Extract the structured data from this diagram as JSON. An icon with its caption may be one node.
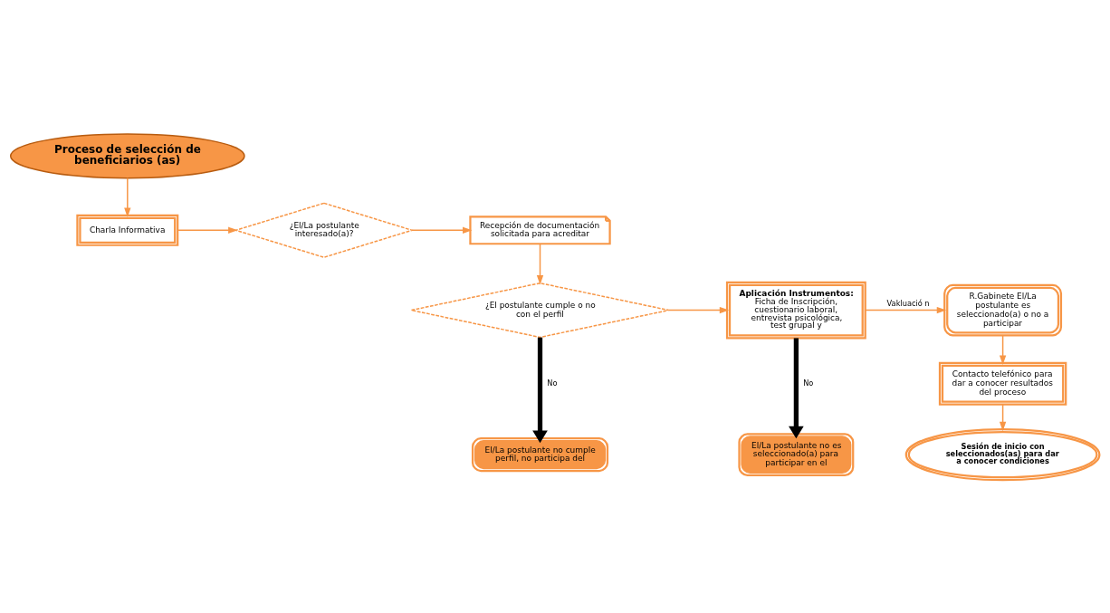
{
  "diagram": {
    "nodes": [
      {
        "text": [
          "Proceso de selección de beneficiarios (as)"
        ]
      },
      {
        "text": [
          "Charla Informativa"
        ]
      },
      {
        "text": [
          "¿El/La postulante interesado(a)?"
        ]
      },
      {
        "text": [
          "Recepción de documentación solicitada para acreditar"
        ]
      },
      {
        "text": [
          "¿El postulante cumple o no con el perfil"
        ]
      },
      {
        "text": [
          "Aplicación Instrumentos:",
          "Ficha de Inscripción, cuestionario laboral, entrevista psicológica, test grupal y"
        ]
      },
      {
        "text": [
          "R.Gabinete El/La postulante es seleccionado(a) o no a participar"
        ]
      },
      {
        "text": [
          "Contacto telefónico para dar a conocer resultados del proceso"
        ]
      },
      {
        "text": [
          "Sesión de inicio con seleccionados(as) para dar a conocer condiciones"
        ]
      },
      {
        "text": [
          "El/La postulante no es seleccionado(a) para participar en el"
        ]
      },
      {
        "text": [
          "El/La postulante no cumple perfil, no participa del"
        ]
      }
    ],
    "edges": [
      {
        "from": 0,
        "to": 1,
        "arrow": "to"
      },
      {
        "from": 1,
        "to": 2,
        "arrow": "to"
      },
      {
        "from": 2,
        "to": 3,
        "arrow": "to"
      },
      {
        "from": 3,
        "to": 4,
        "arrow": "to"
      },
      {
        "from": 4,
        "to": 5,
        "arrow": "to"
      },
      {
        "from": 5,
        "to": 6,
        "arrow": "to",
        "label": "Vakluació n"
      },
      {
        "from": 6,
        "to": 7,
        "arrow": "to"
      },
      {
        "from": 7,
        "to": 8,
        "arrow": "to"
      },
      {
        "from": 5,
        "to": 9,
        "arrow": "to",
        "label": "No",
        "style": "thick",
        "color": "#000000"
      },
      {
        "from": 4,
        "to": 10,
        "arrow": "to",
        "label": "No",
        "style": "thick",
        "color": "#000000"
      }
    ]
  }
}
